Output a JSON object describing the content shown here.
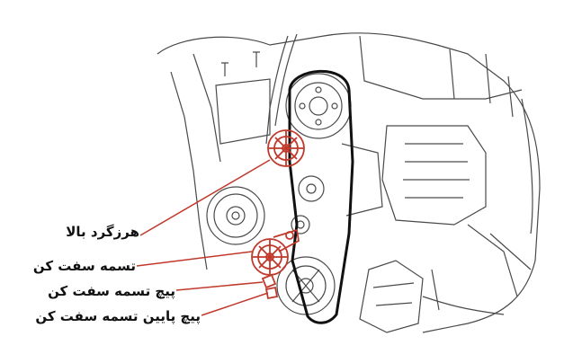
{
  "labels": [
    "هرزگرد بالا",
    "تسمه سفت کن",
    "پیچ تسمه سفت کن",
    "پیچ پایین تسمه سفت کن"
  ],
  "colors": {
    "line_art": "#4a4a4a",
    "belt": "#111111",
    "highlight": "#c0392b",
    "text": "#111111",
    "background": "#ffffff"
  }
}
